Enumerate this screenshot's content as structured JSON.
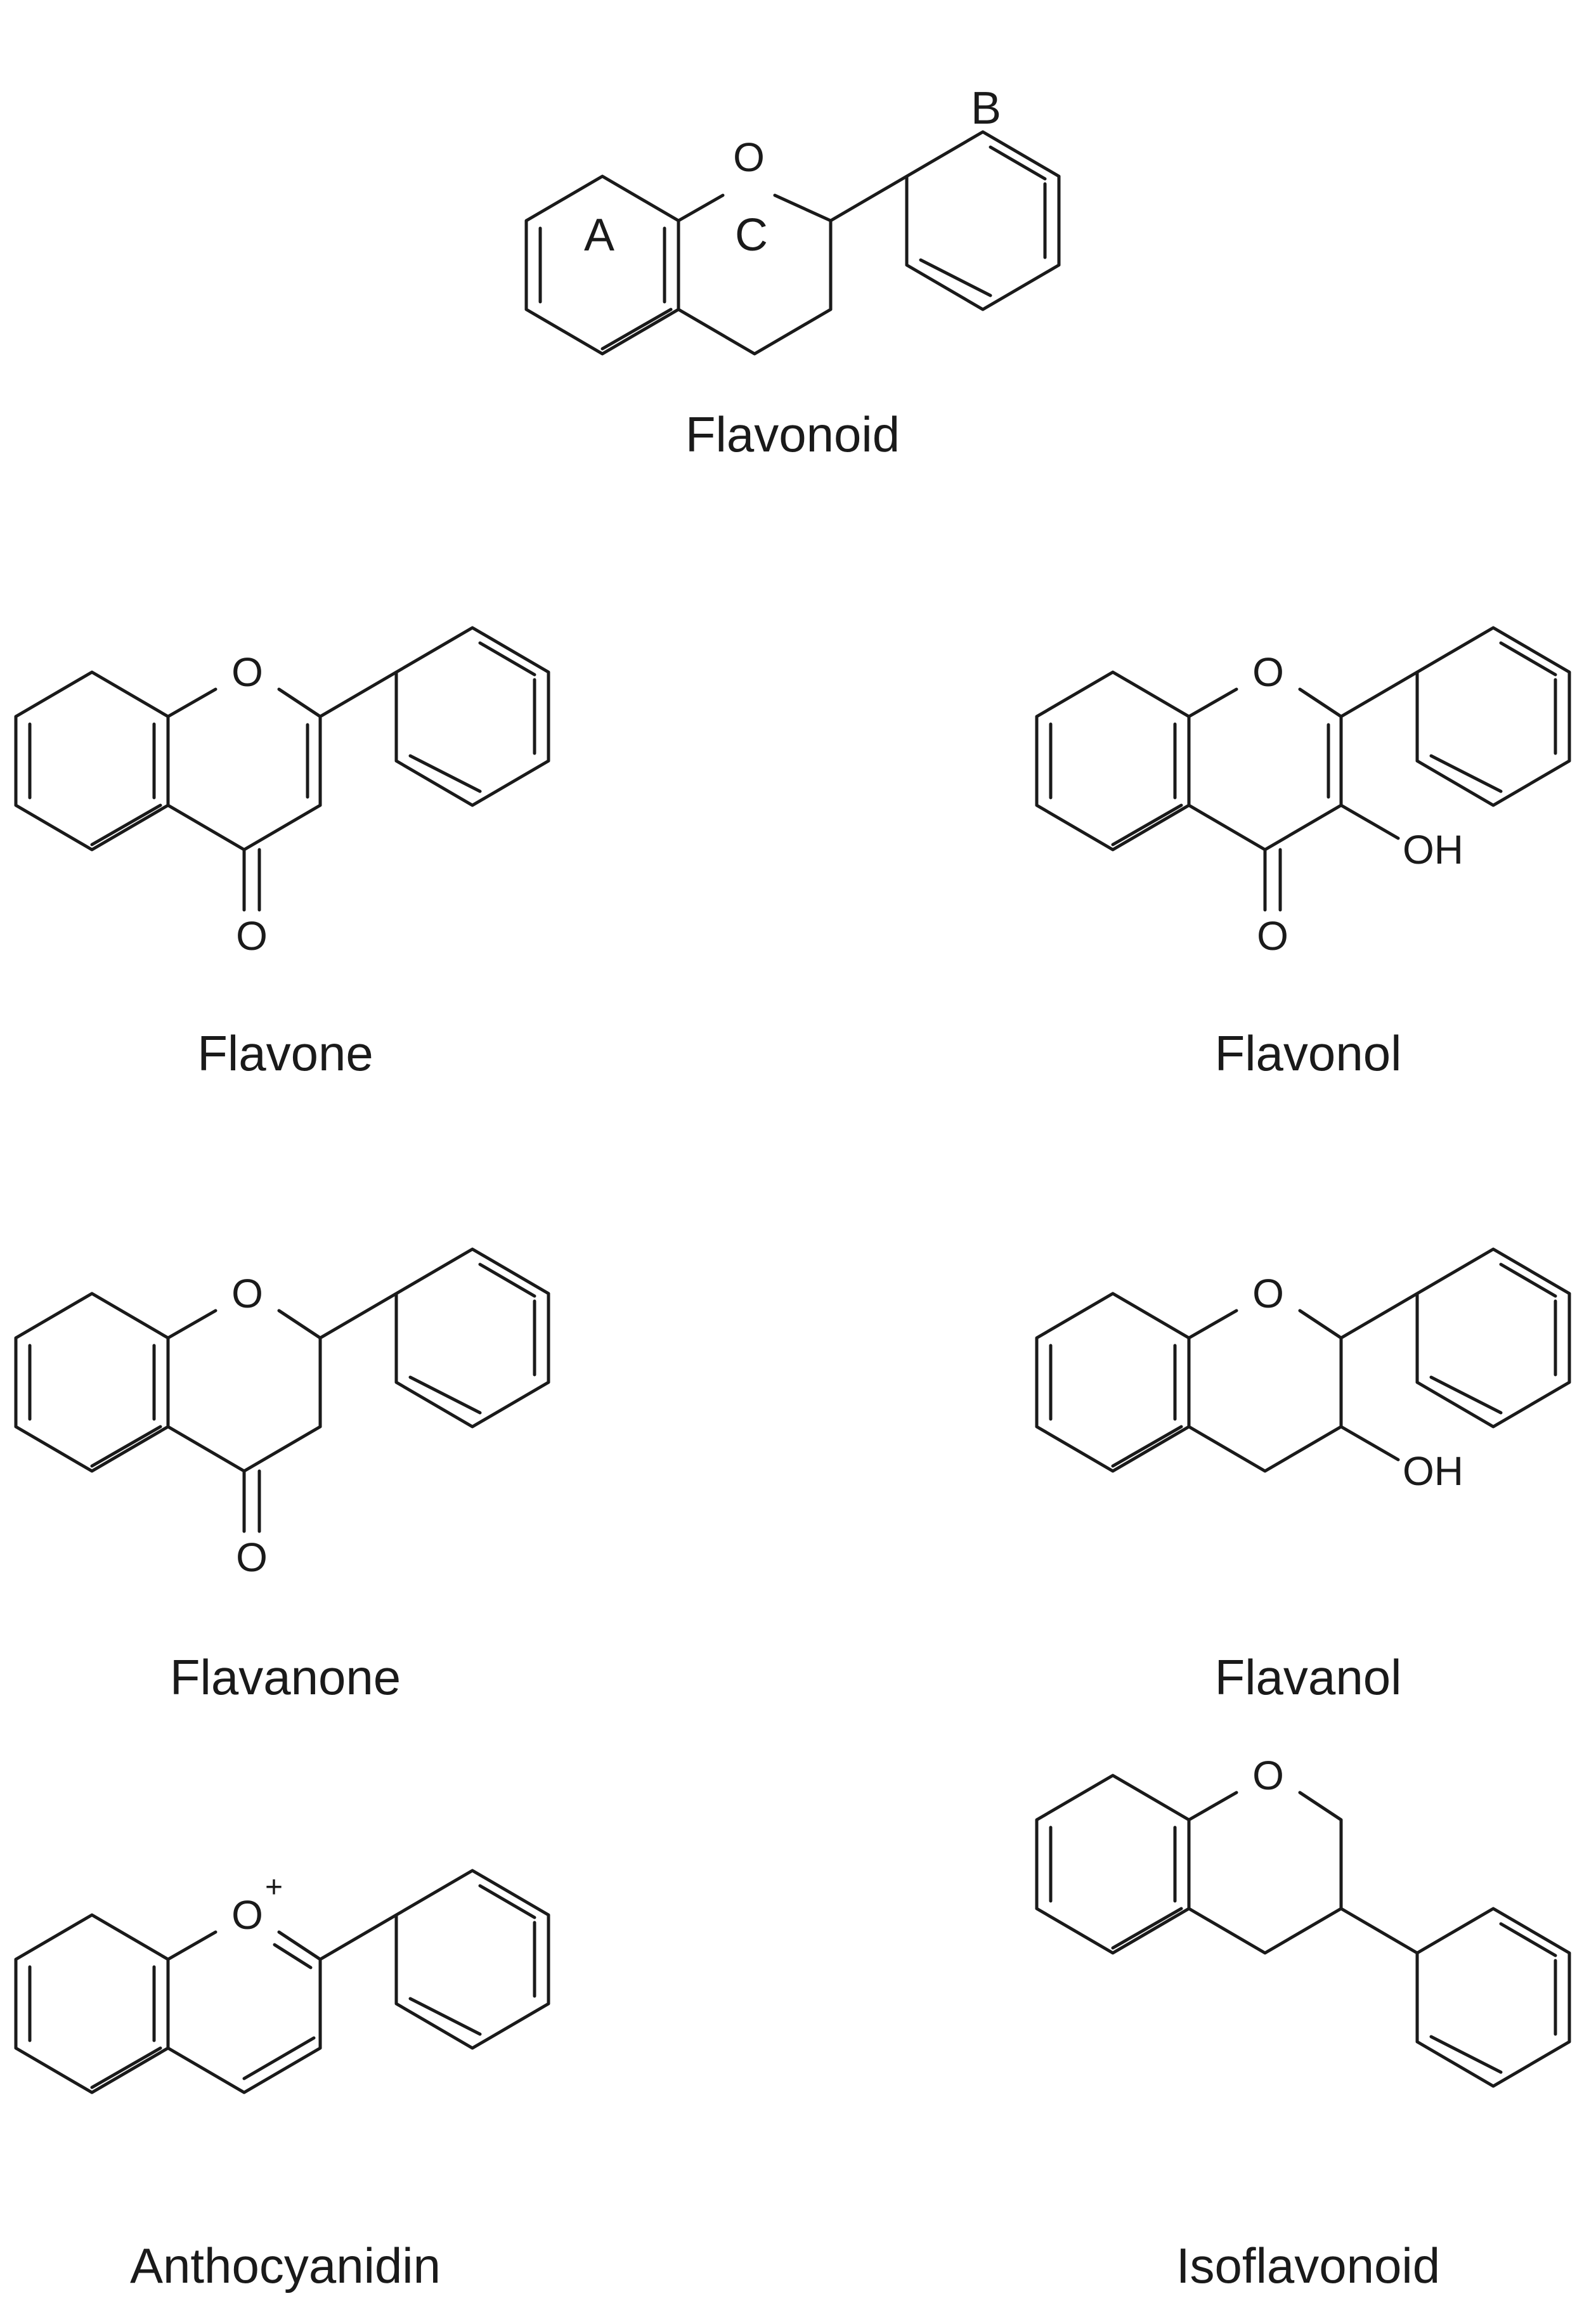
{
  "structures": {
    "flavonoid": {
      "caption": "Flavonoid",
      "ring_a": "A",
      "ring_b": "B",
      "ring_c": "C",
      "o1": "O"
    },
    "flavone": {
      "caption": "Flavone",
      "o1": "O",
      "o4": "O"
    },
    "flavonol": {
      "caption": "Flavonol",
      "o1": "O",
      "o4": "O",
      "oh": "OH"
    },
    "flavanone": {
      "caption": "Flavanone",
      "o1": "O",
      "o4": "O"
    },
    "flavanol": {
      "caption": "Flavanol",
      "o1": "O",
      "oh": "OH"
    },
    "anthocyanidin": {
      "caption": "Anthocyanidin",
      "o1": "O",
      "charge": "+"
    },
    "isoflavonoid": {
      "caption": "Isoflavonoid",
      "o1": "O"
    }
  }
}
